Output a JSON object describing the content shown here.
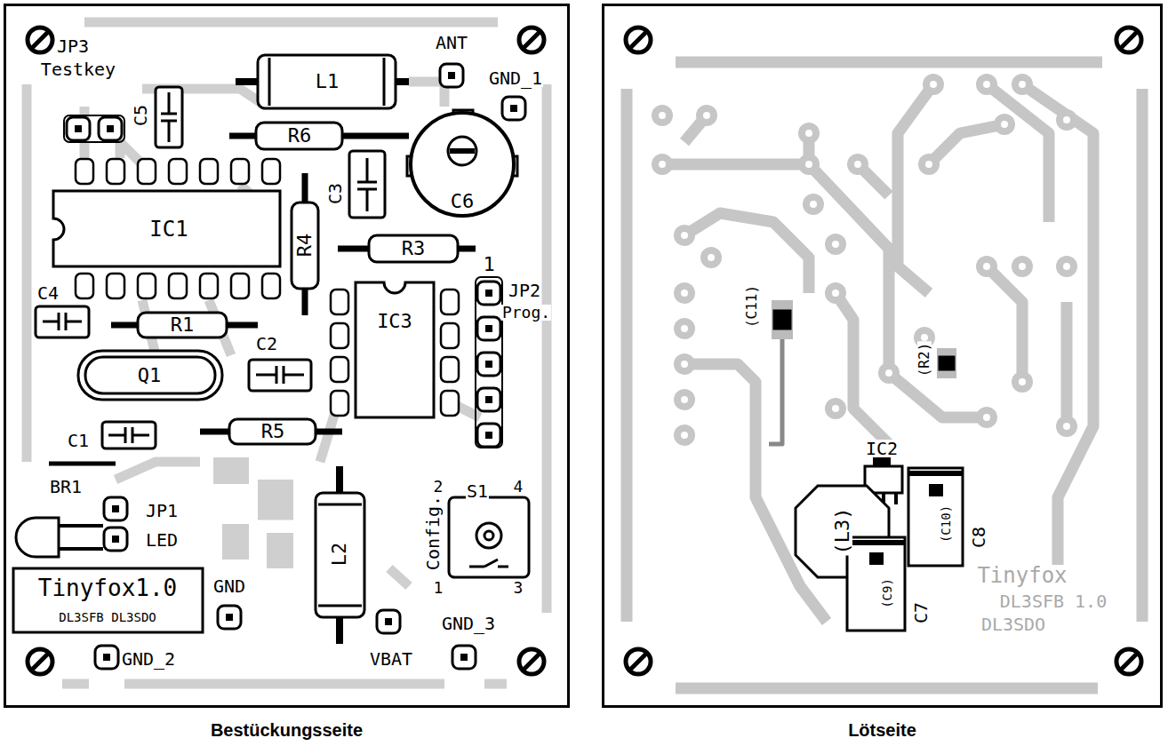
{
  "diagram": {
    "nodes": [
      {
        "text": [
          "Bestückungsseite"
        ]
      },
      {
        "text": [
          "Lötseite"
        ]
      }
    ],
    "labels": [
      "JP3",
      "Testkey",
      "C5",
      "L1",
      "ANT",
      "GND_1",
      "R6",
      "C3",
      "C6",
      "IC1",
      "R4",
      "R3",
      "1",
      "JP2",
      "Prog.",
      "C4",
      "R1",
      "IC3",
      "C2",
      "Q1",
      "C1",
      "R5",
      "BR1",
      "S1",
      "2",
      "4",
      "Config.",
      "1",
      "3",
      "JP1",
      "LED",
      "Tinyfox1.0",
      "DL3SFB DL3SDO",
      "GND",
      "L2",
      "VBAT",
      "GND_3",
      "GND_2",
      "(C11)",
      "(R2)",
      "IC2",
      "(L3)",
      "(C10)",
      "C8",
      "(C9)",
      "C7",
      "Tinyfox",
      "DL3SFB 1.0",
      "DL3SDO"
    ]
  }
}
